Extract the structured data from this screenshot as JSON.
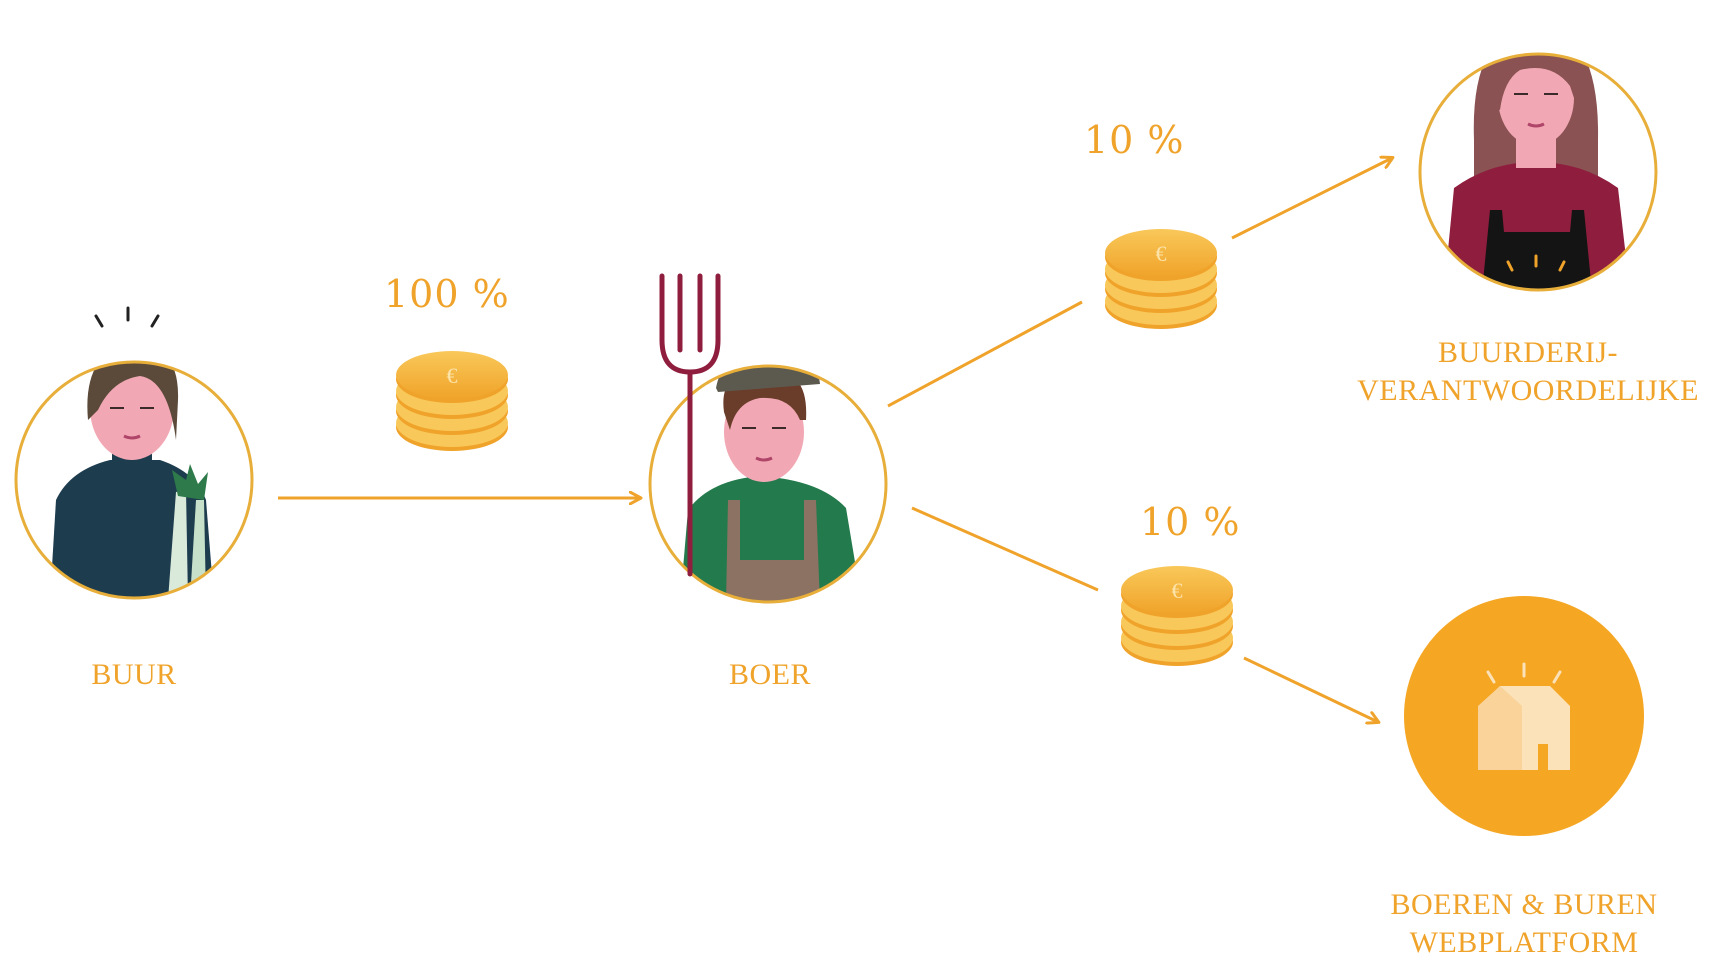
{
  "flow": {
    "source": {
      "label": "BUUR"
    },
    "middle": {
      "label": "BOER",
      "incoming_share": "100 %"
    },
    "targets": [
      {
        "label_line1": "BUURDERIJ-",
        "label_line2": "VERANTWOORDELIJKE",
        "share": "10 %"
      },
      {
        "label_line1": "BOEREN & BUREN",
        "label_line2": "WEBPLATFORM",
        "share": "10 %"
      }
    ],
    "coin_symbol": "€"
  },
  "colors": {
    "accent": "#f0a32a",
    "coin": "#f7b733",
    "circle_stroke": "#e8ae3a"
  }
}
